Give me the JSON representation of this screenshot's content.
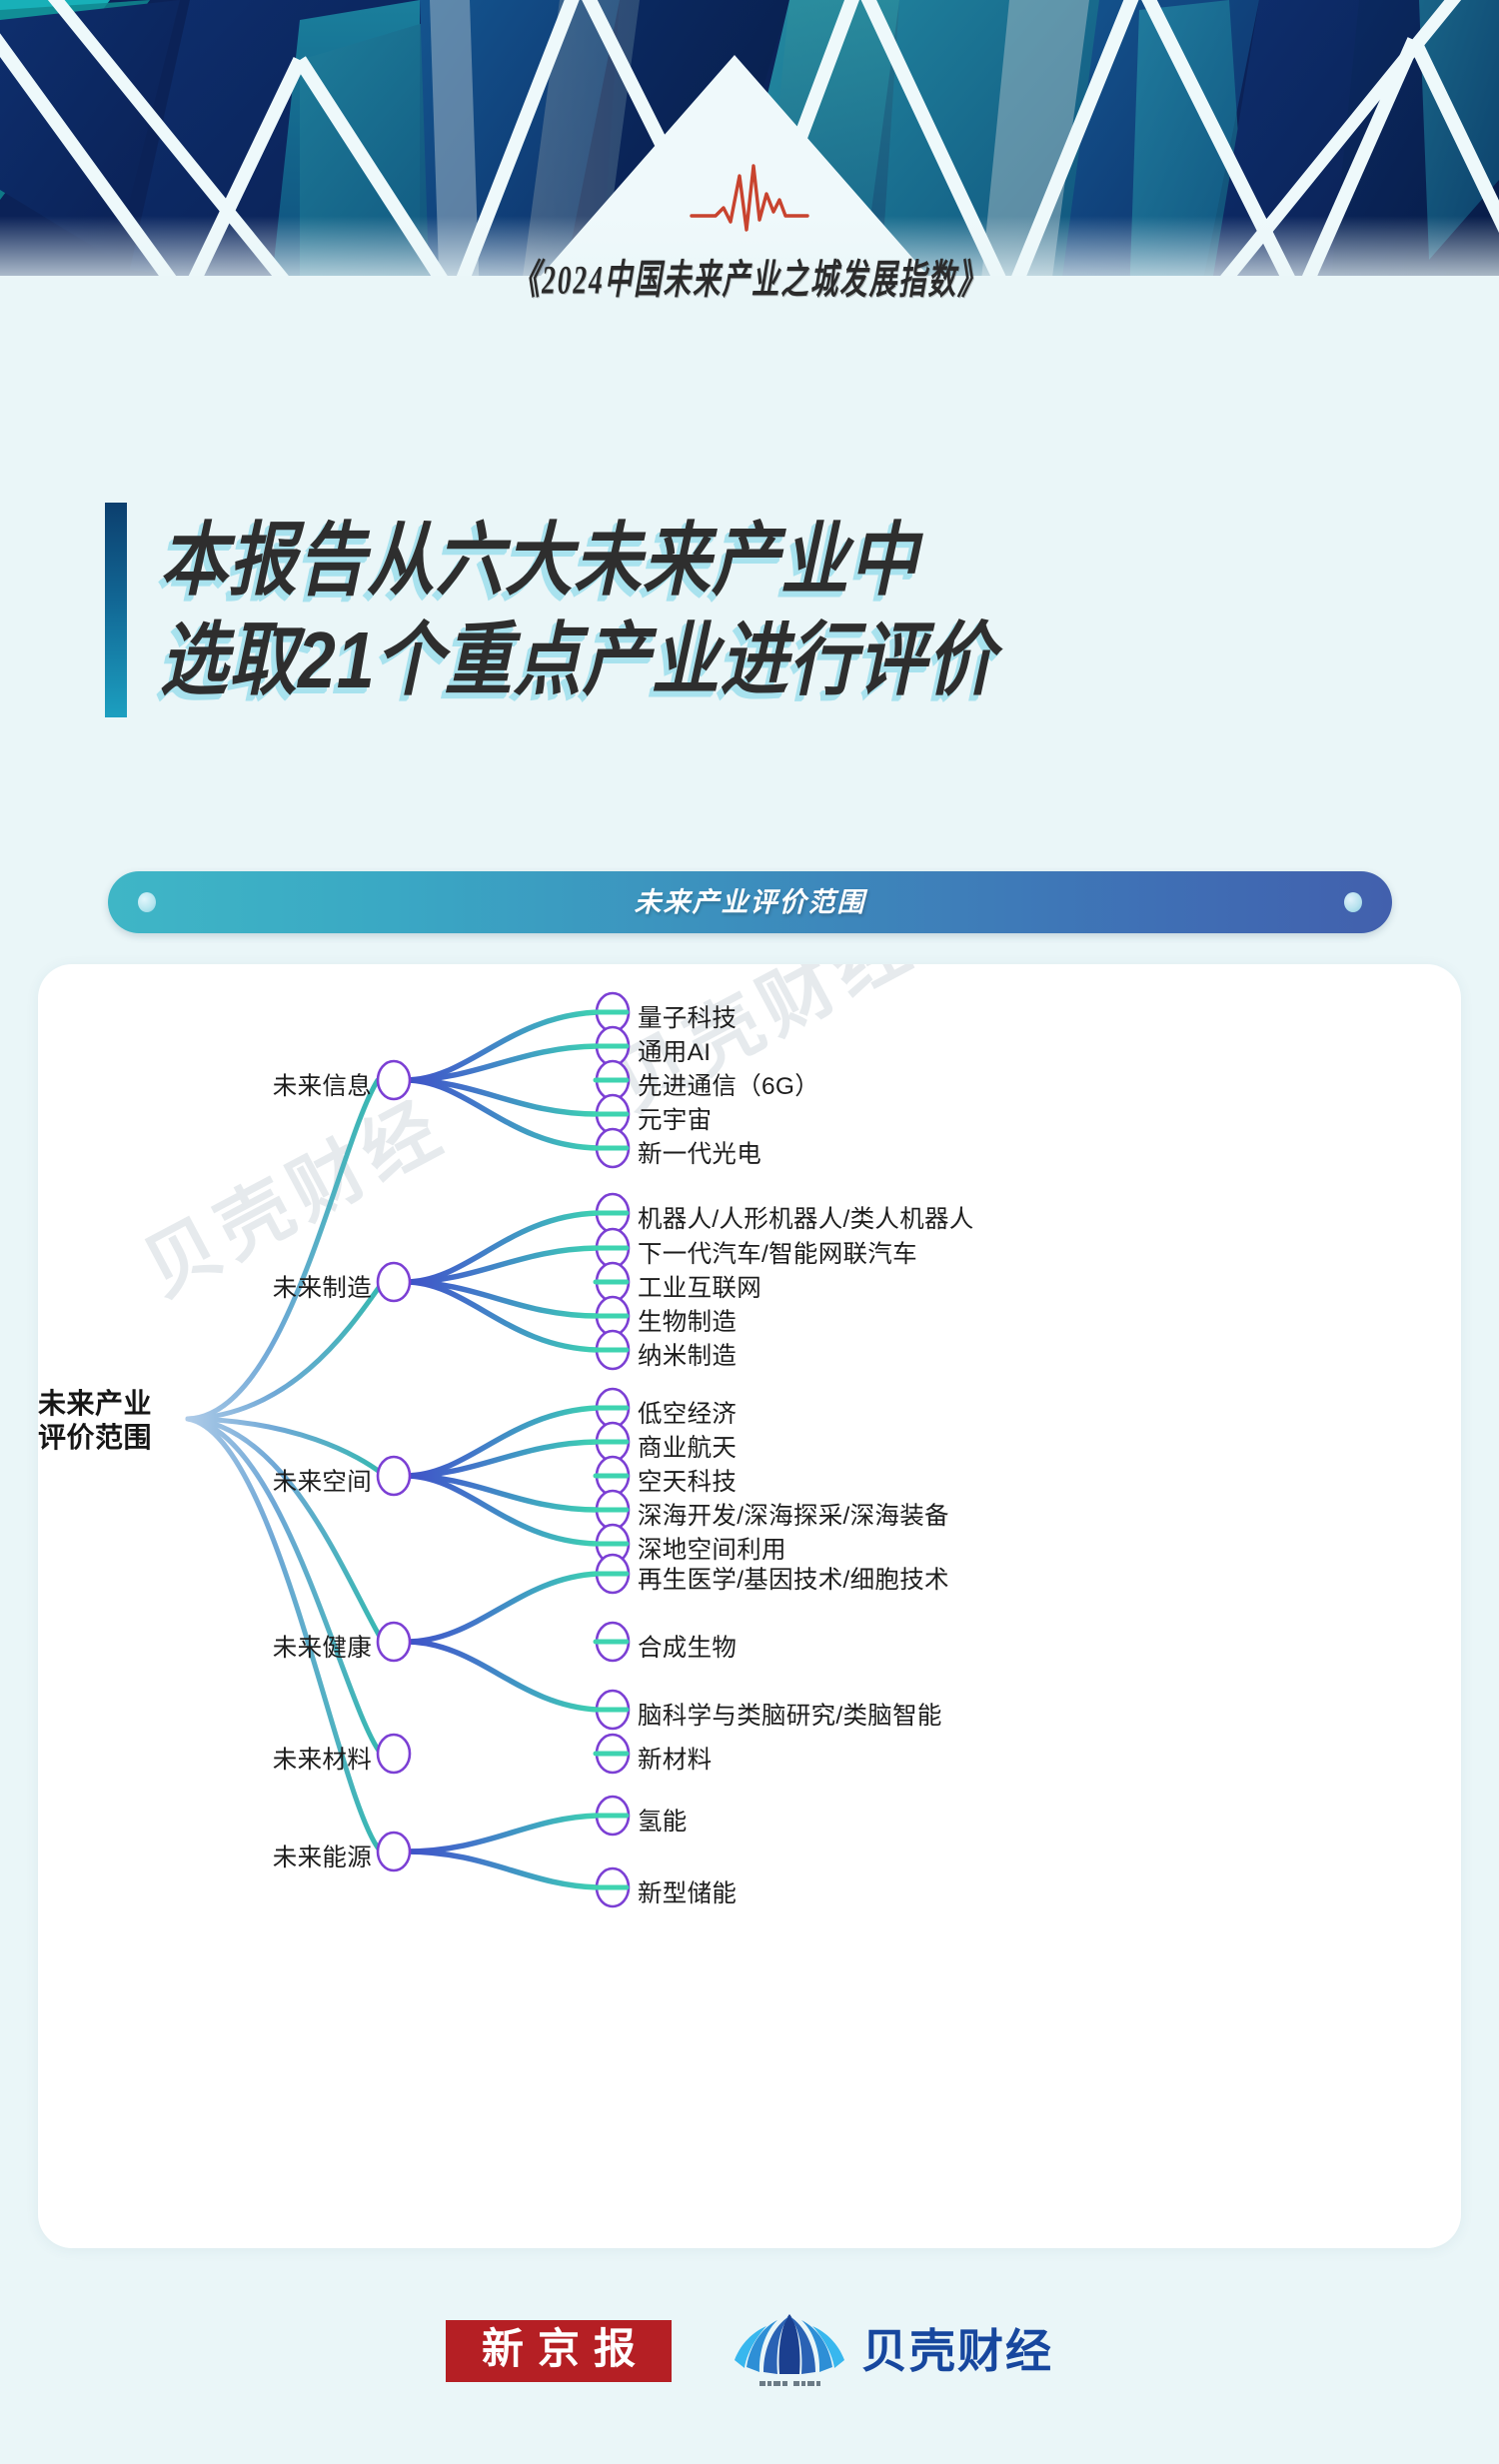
{
  "meta": {
    "background_color": "#eaf6f8",
    "accent_teal": "#3fb6c6",
    "accent_blue": "#4260ad",
    "node_ring_color": "#7b3fd4",
    "headline_shadow_color": "#a8e2ee",
    "brand_red": "#b51f24",
    "brand_blue": "#17479e"
  },
  "header": {
    "pulse_icon": "pulse-waveform-icon",
    "pulse_color": "#c8432e",
    "report_title": "《2024中国未来产业之城发展指数》"
  },
  "headline": {
    "line1": "本报告从六大未来产业中",
    "line2": "选取21个重点产业进行评价"
  },
  "section": {
    "title": "未来产业评价范围",
    "dot_left": "pill-dot-left-icon",
    "dot_right": "pill-dot-right-icon"
  },
  "watermark": {
    "text1": "贝壳财经",
    "text2": "贝壳财经"
  },
  "tree": {
    "root": {
      "line1": "未来产业",
      "line2": "评价范围"
    },
    "branches": [
      {
        "label": "未来信息",
        "leaves": [
          "量子科技",
          "通用AI",
          "先进通信（6G）",
          "元宇宙",
          "新一代光电"
        ]
      },
      {
        "label": "未来制造",
        "leaves": [
          "机器人/人形机器人/类人机器人",
          "下一代汽车/智能网联汽车",
          "工业互联网",
          "生物制造",
          "纳米制造"
        ]
      },
      {
        "label": "未来空间",
        "leaves": [
          "低空经济",
          "商业航天",
          "空天科技",
          "深海开发/深海探采/深海装备",
          "深地空间利用"
        ]
      },
      {
        "label": "未来健康",
        "leaves": [
          "再生医学/基因技术/细胞技术",
          "合成生物",
          "脑科学与类脑研究/类脑智能"
        ]
      },
      {
        "label": "未来材料",
        "leaves": [
          "新材料"
        ]
      },
      {
        "label": "未来能源",
        "leaves": [
          "氢能",
          "新型储能"
        ]
      }
    ]
  },
  "footer": {
    "publisher_name": "新京报",
    "brand_name": "贝壳财经",
    "brand_mark": "shell-fan-icon"
  }
}
